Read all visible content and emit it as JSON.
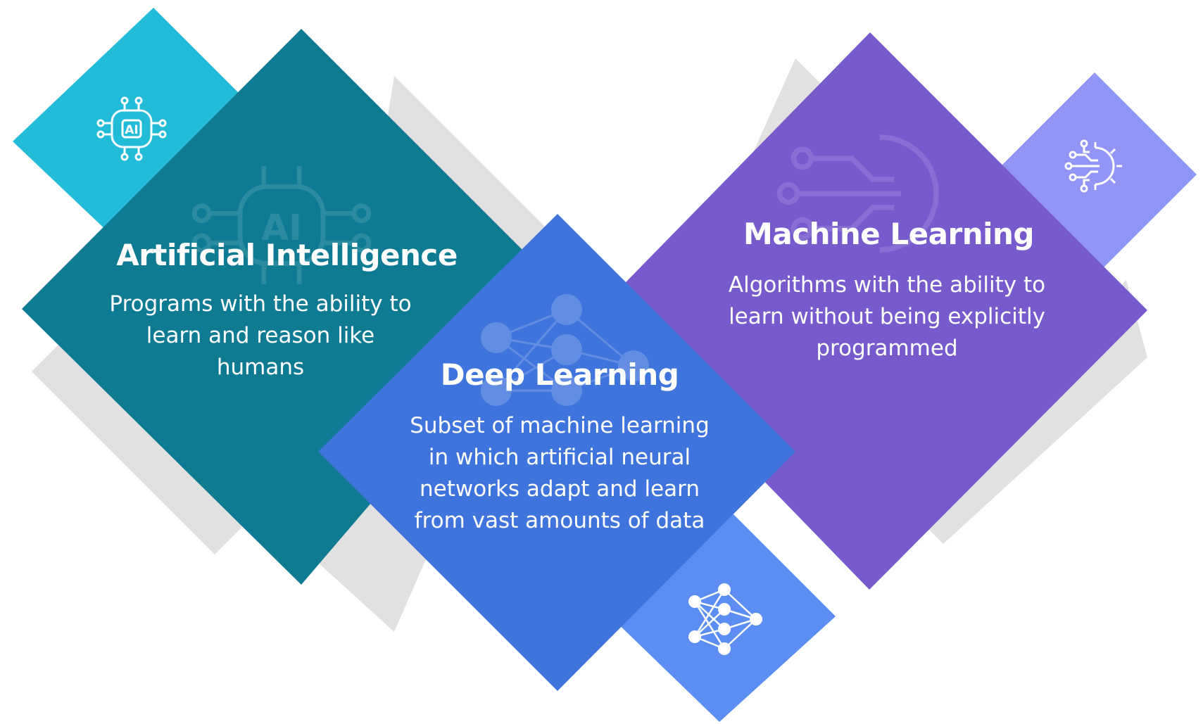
{
  "colors": {
    "shadow": "#e1e1e1",
    "ai_small": "#22bcd9",
    "ai_main": "#0f7b92",
    "dl_main": "#3f74dd",
    "dl_small": "#5b8df3",
    "ml_main": "#775bcd",
    "ml_small": "#9196f6"
  },
  "cards": {
    "ai": {
      "title": "Artificial Intelligence",
      "description": "Programs with the ability to learn and reason like humans",
      "icon": "ai-brain-icon"
    },
    "dl": {
      "title": "Deep Learning",
      "description": "Subset of machine learning in which artificial neural networks adapt and learn from vast amounts of data",
      "icon": "neural-network-icon"
    },
    "ml": {
      "title": "Machine Learning",
      "description": "Algorithms with the ability to learn without being explicitly programmed",
      "icon": "gear-circuit-icon"
    }
  }
}
